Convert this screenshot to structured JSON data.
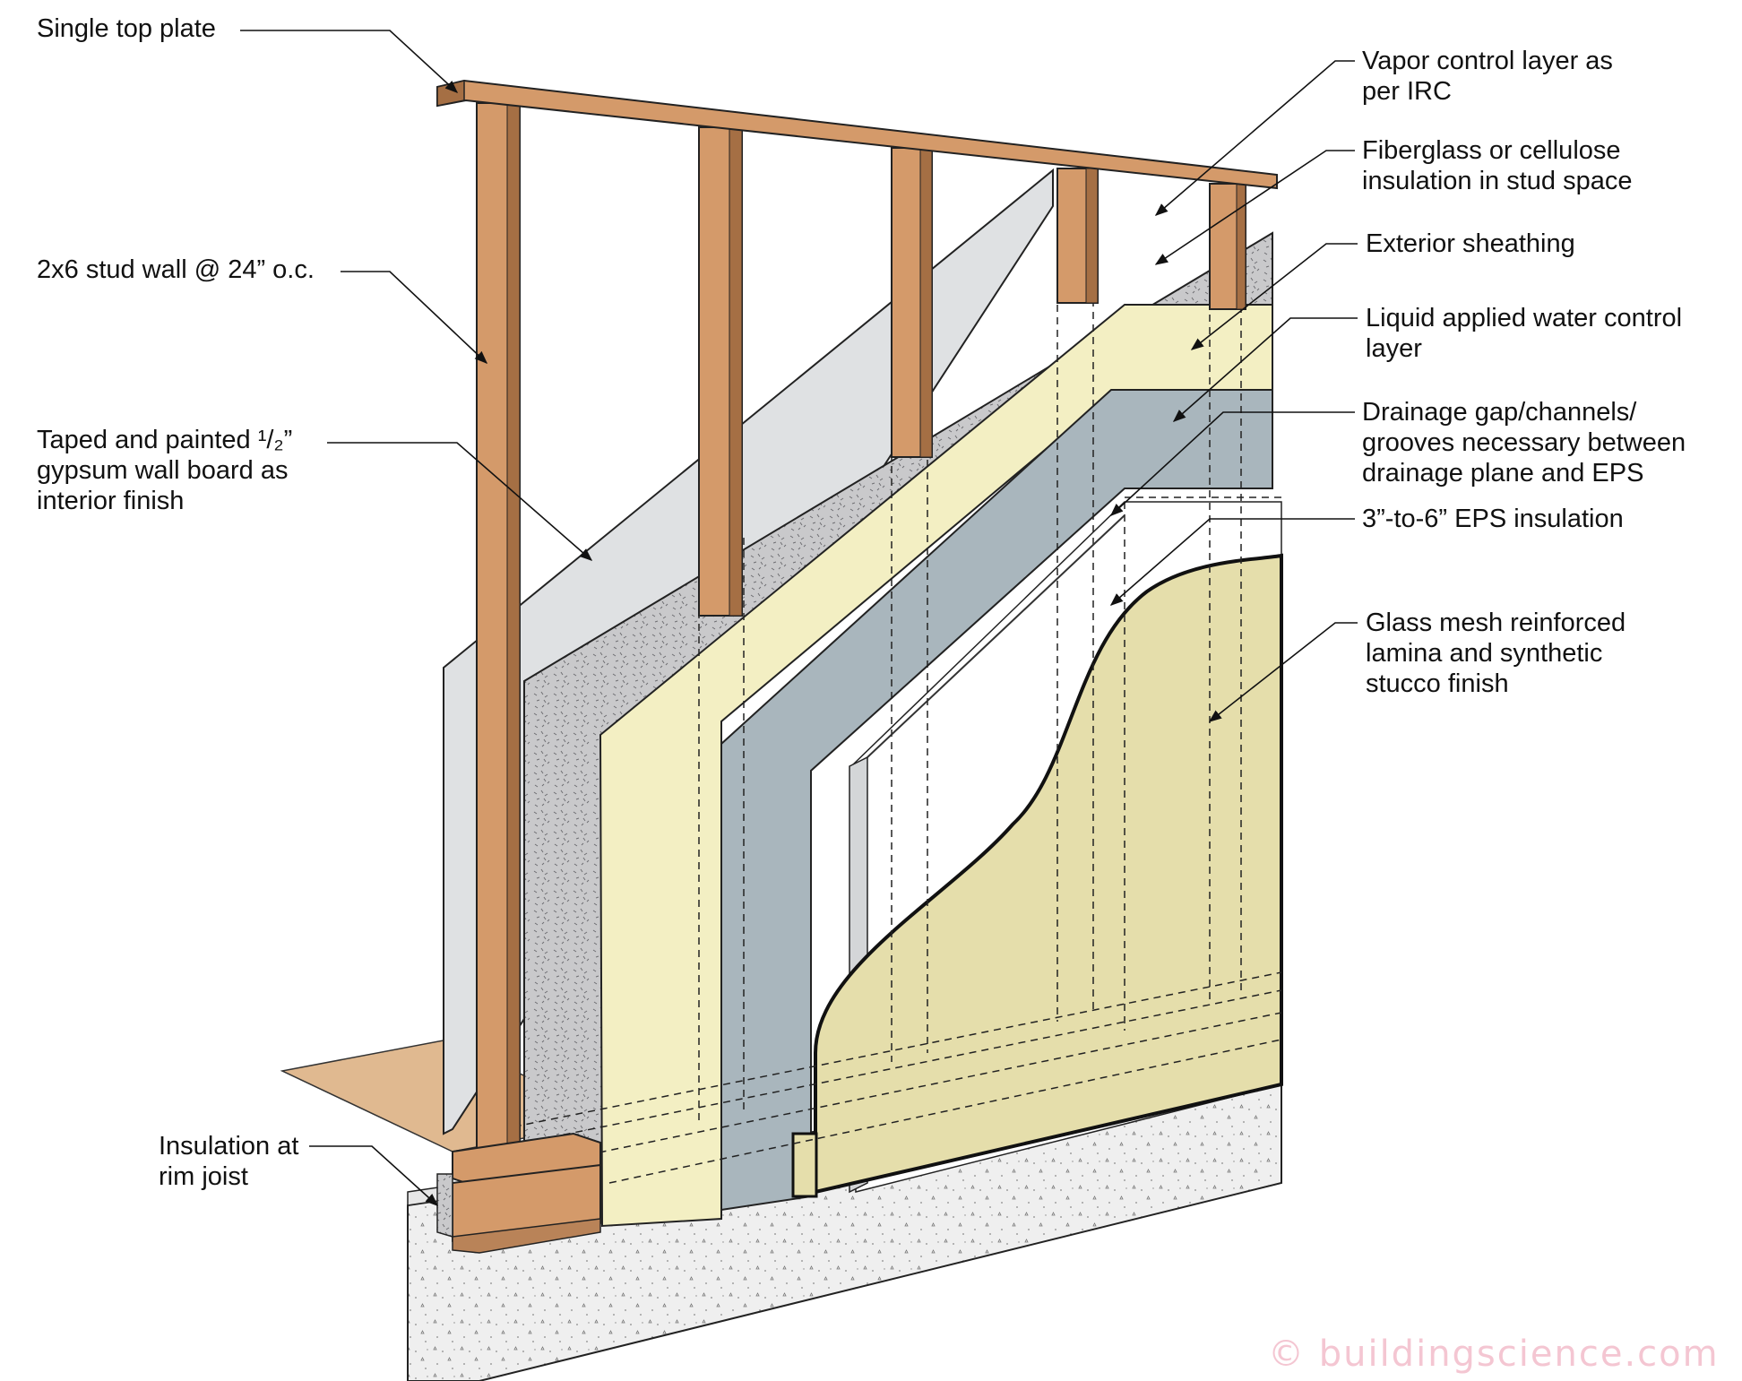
{
  "labels": {
    "single_top_plate": "Single top plate",
    "stud_wall": "2x6 stud wall @ 24” o.c.",
    "gypsum_l1": "Taped and painted ¹/₂”",
    "gypsum_l2": "gypsum wall board as",
    "gypsum_l3": "interior finish",
    "rim_l1": "Insulation at",
    "rim_l2": "rim joist",
    "vapor_l1": "Vapor control layer as",
    "vapor_l2": "per IRC",
    "fiberglass_l1": "Fiberglass or cellulose",
    "fiberglass_l2": "insulation in stud space",
    "sheathing": "Exterior sheathing",
    "liquid_l1": "Liquid applied water control",
    "liquid_l2": "layer",
    "drainage_l1": "Drainage gap/channels/",
    "drainage_l2": "grooves necessary between",
    "drainage_l3": "drainage plane and EPS",
    "eps": "3”-to-6” EPS insulation",
    "glass_l1": "Glass mesh reinforced",
    "glass_l2": "lamina and synthetic",
    "glass_l3": "stucco finish"
  },
  "watermark": "© buildingscience.com",
  "colors": {
    "lumber": "#d49a6a",
    "lumber_dark": "#9a6a3f",
    "gypsum": "#dfe1e3",
    "insulation": "#c9c9cb",
    "sheathing": "#f3efc3",
    "water_layer": "#a9b6bd",
    "stucco": "#e5deab",
    "concrete": "#efefef"
  }
}
